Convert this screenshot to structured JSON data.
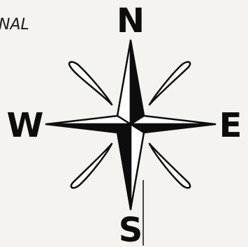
{
  "corner_fragment": "NAL",
  "directions": {
    "north": "N",
    "south": "S",
    "east": "E",
    "west": "W"
  },
  "colors": {
    "background": "#f4f3ef",
    "ink": "#0d0d0d"
  }
}
